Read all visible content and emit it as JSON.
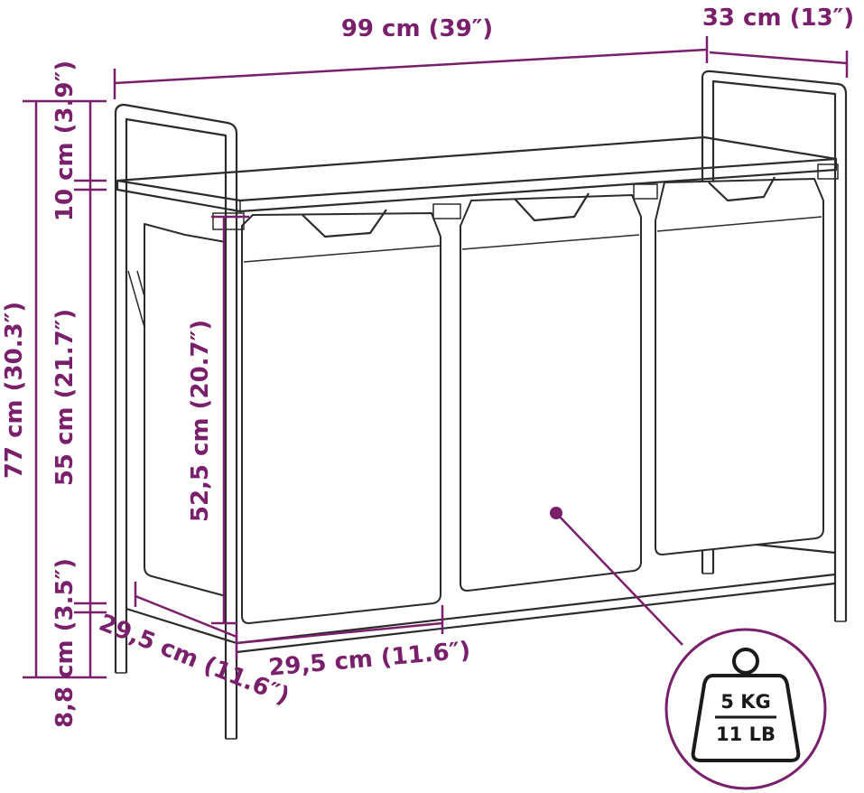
{
  "dimensions": {
    "width": "99 cm (39″)",
    "depth": "33 cm (13″)",
    "total_height": "77 cm (30.3″)",
    "top_gap": "10 cm (3.9″)",
    "middle_height": "55 cm (21.7″)",
    "bottom_gap": "8,8 cm (3.5″)",
    "bag_height": "52,5 cm (20.7″)",
    "bag_depth": "29,5 cm (11.6″)",
    "bag_width": "29,5 cm (11.6″)"
  },
  "load": {
    "kg": "5 KG",
    "lb": "11 LB"
  },
  "colors": {
    "accent": "#7a1f6b",
    "outline": "#2b2b2b"
  },
  "icons": [
    "weight-icon"
  ]
}
